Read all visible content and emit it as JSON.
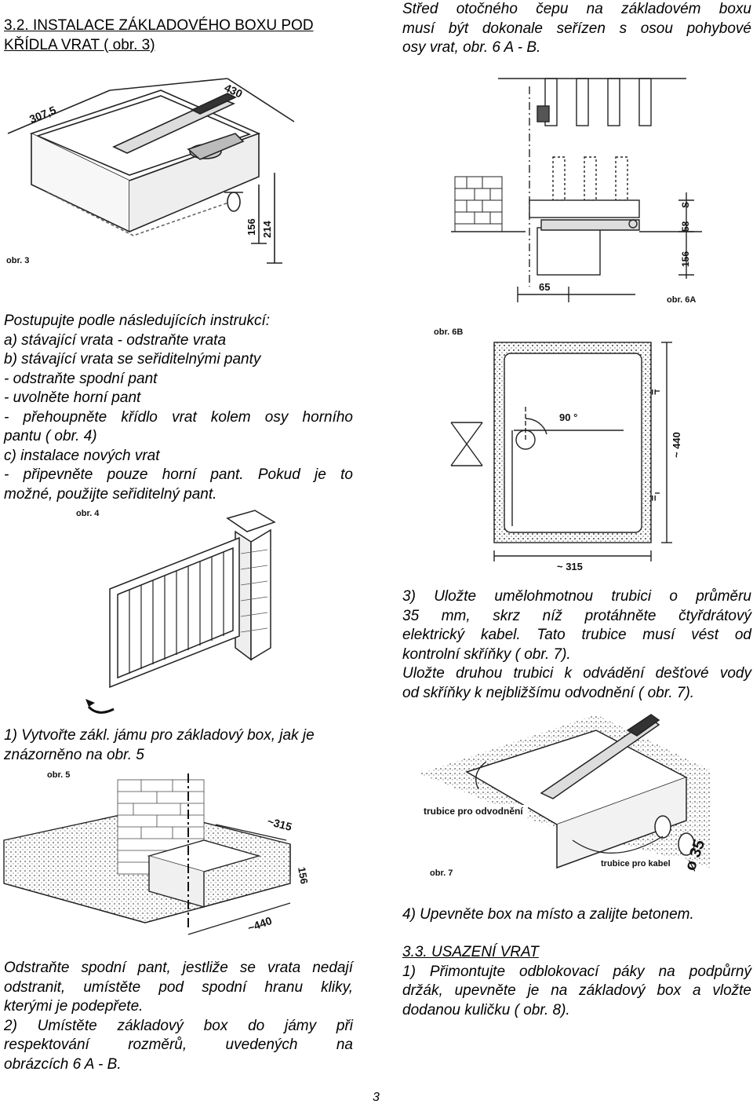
{
  "section_32": {
    "heading_lines": [
      "3.2. INSTALACE ZÁKLADOVÉHO BOXU POD",
      "KŘÍDLA VRAT  ( obr. 3)"
    ]
  },
  "pivot_note": {
    "lines": [
      "Střed otočného čepu na základovém boxu",
      "musí být dokonale seřízen s osou pohybové",
      "osy vrat, obr. 6 A - B."
    ]
  },
  "figures": {
    "obr3": {
      "caption": "obr. 3",
      "dims": [
        "307,5",
        "430",
        "156",
        "214"
      ]
    },
    "obr6a": {
      "caption": "obr. 6A",
      "dims": [
        "65",
        "S",
        "58",
        "156"
      ]
    },
    "obr6b": {
      "caption": "obr. 6B",
      "dims": [
        "90 °",
        "~ 440",
        "~ 315",
        "="
      ]
    },
    "obr4": {
      "caption": "obr. 4"
    },
    "obr5": {
      "caption": "obr. 5",
      "dims": [
        "~315",
        "156",
        "~440"
      ]
    },
    "obr7": {
      "caption": "obr. 7",
      "labels": [
        "trubice pro odvodnění",
        "trubice pro kabel",
        "ø 35"
      ]
    }
  },
  "instructions": {
    "lines": [
      "Postupujte podle následujících instrukcí:",
      "a) stávající vrata - odstraňte vrata",
      "b) stávající vrata se seřiditelnými panty",
      "- odstraňte spodní pant",
      "- uvolněte horní pant",
      "- přehoupněte křídlo vrat kolem osy horního",
      "pantu ( obr. 4)",
      "c) instalace nových vrat",
      "- připevněte pouze horní pant. Pokud je to",
      "možné, použijte seřiditelný pant."
    ]
  },
  "step1": {
    "lines": [
      "1) Vytvořte zákl. jámu pro základový box, jak je",
      "znázorněno na obr. 5"
    ]
  },
  "step3": {
    "lines": [
      "3) Uložte umělohmotnou trubici o průměru",
      "35  mm,  skrz  níž  protáhněte  čtyřdrátový",
      "elektrický  kabel.  Tato  trubice  musí  vést  od",
      "kontrolní skříňky ( obr. 7).",
      "Uložte druhou trubici k odvádění dešťové vody",
      "od skříňky k nejbližšímu odvodnění ( obr. 7)."
    ]
  },
  "step4": {
    "text": "4) Upevněte box na místo a zalijte betonem."
  },
  "remove_pant": {
    "lines": [
      "Odstraňte spodní pant, jestliže se vrata nedají",
      "odstranit,  umístěte  pod  spodní  hranu  kliky,",
      "kterými je podepřete.",
      "2)  Umístěte  základový  box  do  jámy  při",
      "respektování       rozměrů,       uvedených       na",
      "obrázcích 6 A - B."
    ]
  },
  "section_33": {
    "heading": "3.3. USAZENÍ VRAT",
    "lines": [
      "1) Přimontujte odblokovací páky na podpůrný",
      "držák, upevněte je na základový box a vložte",
      "dodanou kuličku ( obr. 8)."
    ]
  },
  "page_number": "3"
}
